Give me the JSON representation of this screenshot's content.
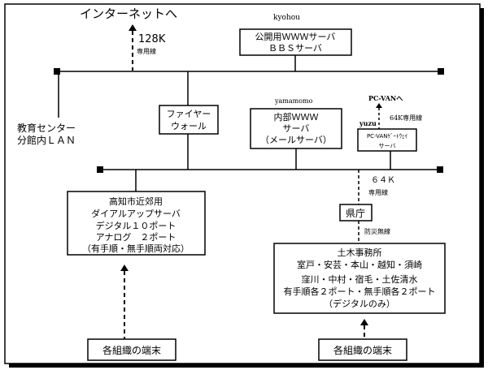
{
  "internet_label": "インターネットへ",
  "internet_bandwidth": "128K",
  "internet_line_type": "専用線",
  "public_server": {
    "host": "kyohou",
    "line1": "公開用ＷＷＷサーバ",
    "line2": "ＢＢＳサーバ"
  },
  "firewall": {
    "line1": "ファイヤー",
    "line2": "ウォール"
  },
  "internal_server": {
    "host": "yamamomo",
    "line1": "内部ＷＷＷ",
    "line2": "サーバ",
    "line3": "（メールサーバ）"
  },
  "pcvan": {
    "top_label": "PC-VANへ",
    "host": "yuzu",
    "line_label": "64K専用線",
    "line1": "PC-VANｹﾞｰﾄｳｪｲ",
    "line2": "サーバ"
  },
  "education_lan": {
    "line1": "教育センター",
    "line2": "分館内ＬＡＮ"
  },
  "kochi_box": {
    "lines": [
      "高知市近郊用",
      "ダイアルアップサーバ",
      "デジタル１０ポート",
      "アナログ　２ポート",
      "（有手順・無手順両対応）"
    ]
  },
  "prefecture_line": {
    "bandwidth": "６４Ｋ",
    "type": "専用線"
  },
  "prefecture_office": "県庁",
  "disaster_line": "防災無線",
  "civil_office": {
    "lines": [
      "土木事務所",
      "室戸・安芸・本山・越知・須崎",
      "窪川・中村・宿毛・土佐清水",
      "有手順各２ポート・無手順各２ポート",
      "（デジタルのみ）"
    ]
  },
  "terminal_left": "各組織の端末",
  "terminal_right": "各組織の端末"
}
